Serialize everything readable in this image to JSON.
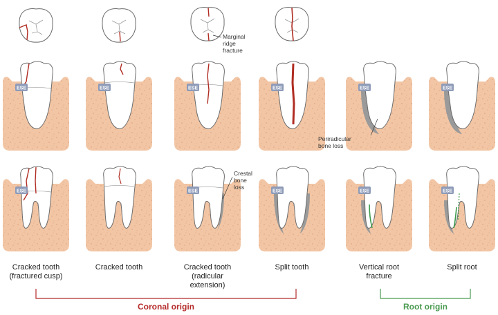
{
  "colors": {
    "bone": "#f2c6a5",
    "bone_speck": "#d99878",
    "tooth_fill": "#ffffff",
    "tooth_stroke": "#6b6b6b",
    "fracture": "#b02c22",
    "shadow": "#9a9a9a",
    "ese_badge": "#8e9bb8",
    "root_fracture": "#3c9a4c",
    "coronal_bracket": "#b52a2a",
    "root_bracket": "#4a9a50"
  },
  "ese_label": "ESE",
  "annotations": {
    "marginal_ridge": "Marginal\nridge\nfracture",
    "periradicular": "Periradicular\nbone loss",
    "crestal": "Crestal\nbone\nloss"
  },
  "captions": [
    "Cracked tooth\n(fractured cusp)",
    "Cracked tooth",
    "Cracked tooth\n(radicular\nextension)",
    "Split tooth",
    "Vertical root\nfracture",
    "Split root"
  ],
  "groups": {
    "coronal": "Coronal origin",
    "root": "Root origin"
  }
}
